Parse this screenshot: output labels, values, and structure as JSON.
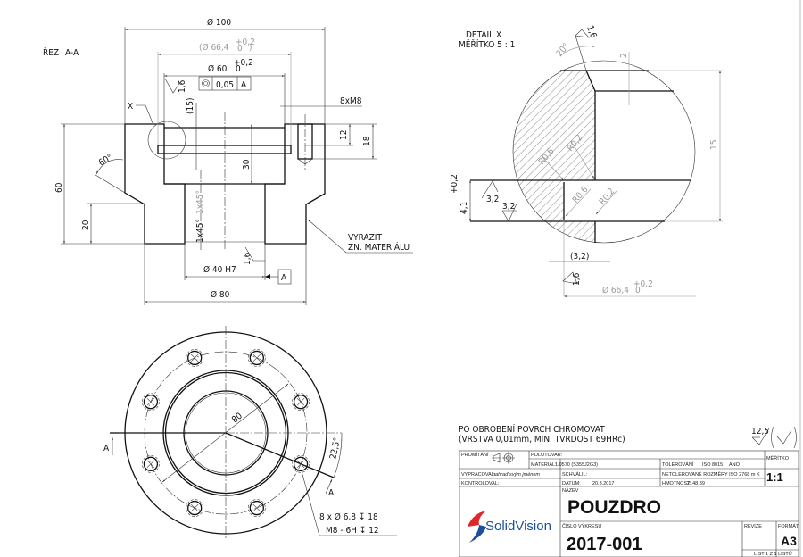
{
  "section_view": {
    "title_prefix": "ŘEZ",
    "title": "A-A",
    "dim_d100": "Ø 100",
    "dim_d66": "(Ø 66,4",
    "dim_d66_tol_upper": "+0,2",
    "dim_d66_tol_lower": "0",
    "dim_d66_close": ")",
    "dim_d60": "Ø 60",
    "dim_d60_tol_upper": "+0,2",
    "dim_d60_tol_lower": "0",
    "concentricity_value": "0,05",
    "concentricity_datum": "A",
    "roughness_top": "1,6",
    "dim_15": "(15)",
    "thread_label": "8xM8",
    "detail_marker": "X",
    "dim_12": "12",
    "dim_18": "18",
    "dim_30": "30",
    "dim_60": "60",
    "dim_20": "20",
    "angle_60": "60°",
    "chamfer_1": "1x45°",
    "chamfer_2": "1x45°",
    "roughness_bore": "1,6",
    "dim_d40": "Ø 40 H7",
    "datum_label": "A",
    "dim_d80": "Ø 80",
    "note_line1": "VYRAZIT",
    "note_line2": "ZN. MATERIÁLU"
  },
  "detail_view": {
    "title": "DETAIL X",
    "scale": "MĚŘÍTKO 5 : 1",
    "roughness_top": "1,6",
    "angle_20": "20°",
    "dim_2": "2",
    "dim_15": "15",
    "r06_a": "R0,6",
    "r02_a": "R0,2",
    "r06_b": "R0,6",
    "r02_b": "R0,2",
    "dim_41": "4,1",
    "dim_41_tol_upper": "+0,2",
    "dim_41_tol_lower": "0",
    "roughness_32_a": "3,2",
    "roughness_32_b": "3,2",
    "dim_32": "(3,2)",
    "roughness_bottom": "1,6",
    "dim_d66": "Ø 66,4",
    "dim_d66_tol_upper": "+0,2",
    "dim_d66_tol_lower": "0"
  },
  "plan_view": {
    "dim_80": "80",
    "angle": "22,5°",
    "section_mark_left": "A",
    "section_mark_right": "A",
    "hole_note_1": "8 x Ø 6,8 ↧ 18",
    "hole_note_2": "M8 - 6H ↧ 12",
    "hole_count": 8
  },
  "notes": {
    "line1": "PO OBROBENÍ POVRCH CHROMOVAT",
    "line2": "(VRSTVA 0,01mm, MIN. TVRDOST 69HRc)",
    "general_roughness": "12,5"
  },
  "title_block": {
    "projection_label": "PROMÍTÁNÍ",
    "blank_label": "POLOTOVAR:",
    "material_label": "MATERIÁL:",
    "material_value": "1.0570 (S355J2G3)",
    "tolerance_label": "TOLEROVÁNÍ",
    "tolerance_value": "ISO 8015",
    "tolerance_flag": "ANO",
    "scale_label": "MĚŘÍTKO",
    "scale_value": "1:1",
    "drawn_label": "VYPRACOVAL:",
    "drawn_value": "nahraď svým jménem",
    "approved_label": "SCHVÁLIL:",
    "untoleranced_label": "NETOLEROVANÉ ROZMĚRY ISO 2768 m K",
    "checked_label": "KONTROLOVAL:",
    "date_label": "DATUM:",
    "date_value": "20.3.2017",
    "mass_label": "HMOTNOST:",
    "mass_value": "2148.39",
    "name_label": "NÁZEV",
    "name_value": "POUZDRO",
    "logo_text": "SolidVision",
    "drawing_no_label": "ČÍSLO VÝKRESU",
    "drawing_no_value": "2017-001",
    "revision_label": "REVIZE",
    "format_label": "FORMÁT",
    "format_value": "A3",
    "sheet_label": "LIST 1 Z 1 LISTŮ",
    "logo_colors": {
      "red": "#e0262b",
      "blue": "#1d4f9c"
    }
  }
}
